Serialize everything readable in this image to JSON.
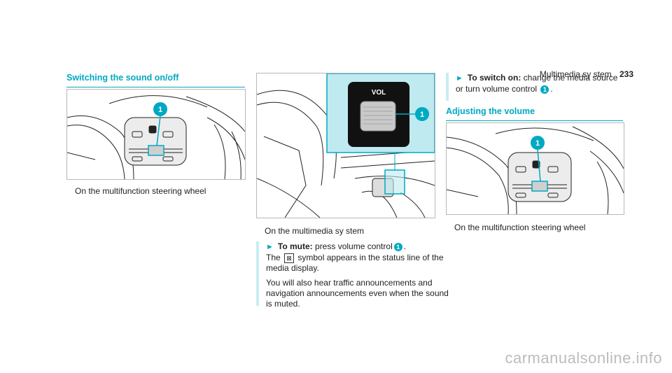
{
  "header": {
    "section": "Multimedia sy stem",
    "page": "233"
  },
  "left": {
    "title": "Switching the sound on/off",
    "caption": "On the multifunction steering wheel",
    "callout": "1"
  },
  "middle": {
    "vol_label": "VOL",
    "callout": "1",
    "caption": "On the multimedia sy stem",
    "step1": {
      "lead": "To mute:",
      "text_before": "press volume control",
      "num": "1",
      "text_after": ".",
      "line2_prefix": "The",
      "symbol": "⊠",
      "line2_suffix": "symbol appears in the status line of the media display."
    },
    "para2": "You will also hear traffic announcements and navigation announcements even when the sound is muted."
  },
  "right": {
    "step": {
      "lead": "To switch on:",
      "text_before": "change the media source or turn volume control",
      "num": "1",
      "text_after": "."
    },
    "title": "Adjusting the volume",
    "caption": "On the multifunction steering wheel",
    "callout": "1"
  },
  "watermark": "carmanualsonline.info",
  "colors": {
    "accent": "#00a9c2",
    "highlight": "#bfeaf0",
    "step_bar": "#c8edf3"
  }
}
